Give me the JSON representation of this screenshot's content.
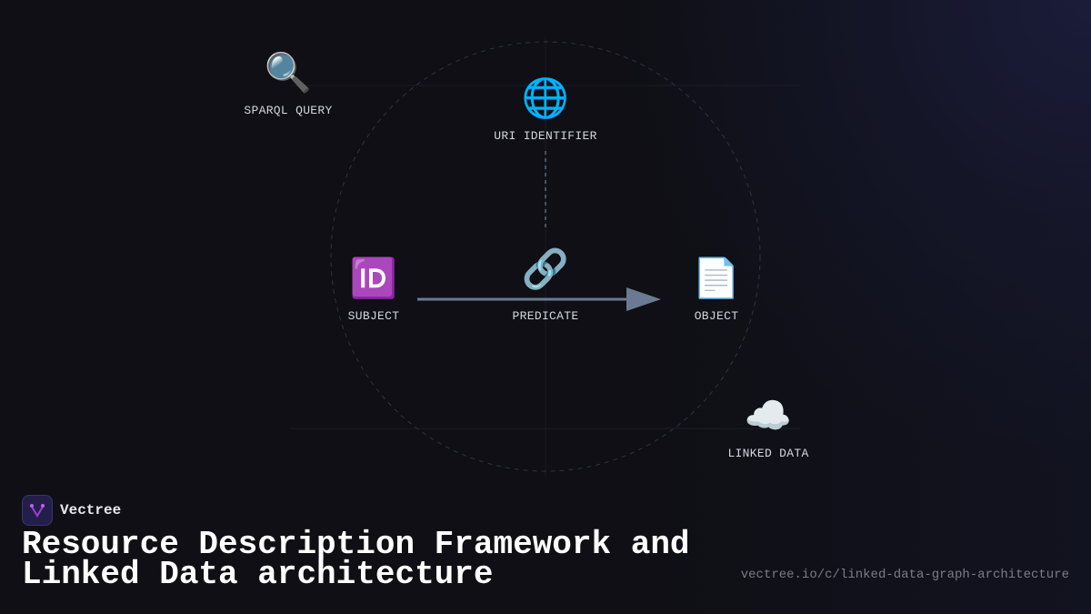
{
  "diagram": {
    "nodes": [
      {
        "id": "sparql",
        "icon": "🔍",
        "icon_name": "magnifying-glass-icon",
        "label": "SPARQL QUERY"
      },
      {
        "id": "uri",
        "icon": "🌐",
        "icon_name": "globe-icon",
        "label": "URI IDENTIFIER"
      },
      {
        "id": "subject",
        "icon": "🆔",
        "icon_name": "id-badge-icon",
        "label": "SUBJECT"
      },
      {
        "id": "predicate",
        "icon": "🔗",
        "icon_name": "link-icon",
        "label": "PREDICATE"
      },
      {
        "id": "object",
        "icon": "📄",
        "icon_name": "document-icon",
        "label": "OBJECT"
      },
      {
        "id": "linked",
        "icon": "☁️",
        "icon_name": "cloud-icon",
        "label": "LINKED DATA"
      }
    ],
    "edges": [
      {
        "from": "subject",
        "to": "object",
        "style": "solid-arrow",
        "label": "PREDICATE"
      },
      {
        "from": "uri",
        "to": "predicate",
        "style": "dashed"
      }
    ],
    "colors": {
      "background": "#0f0f15",
      "arrow": "#6b7a90",
      "circle": "#2e3344",
      "label": "#d4d6de"
    }
  },
  "brand": {
    "name": "Vectree",
    "logo_icon": "vectree-logo-icon"
  },
  "title": {
    "line1": "Resource Description Framework and",
    "line2": "Linked Data architecture"
  },
  "footer": {
    "url": "vectree.io/c/linked-data-graph-architecture"
  }
}
